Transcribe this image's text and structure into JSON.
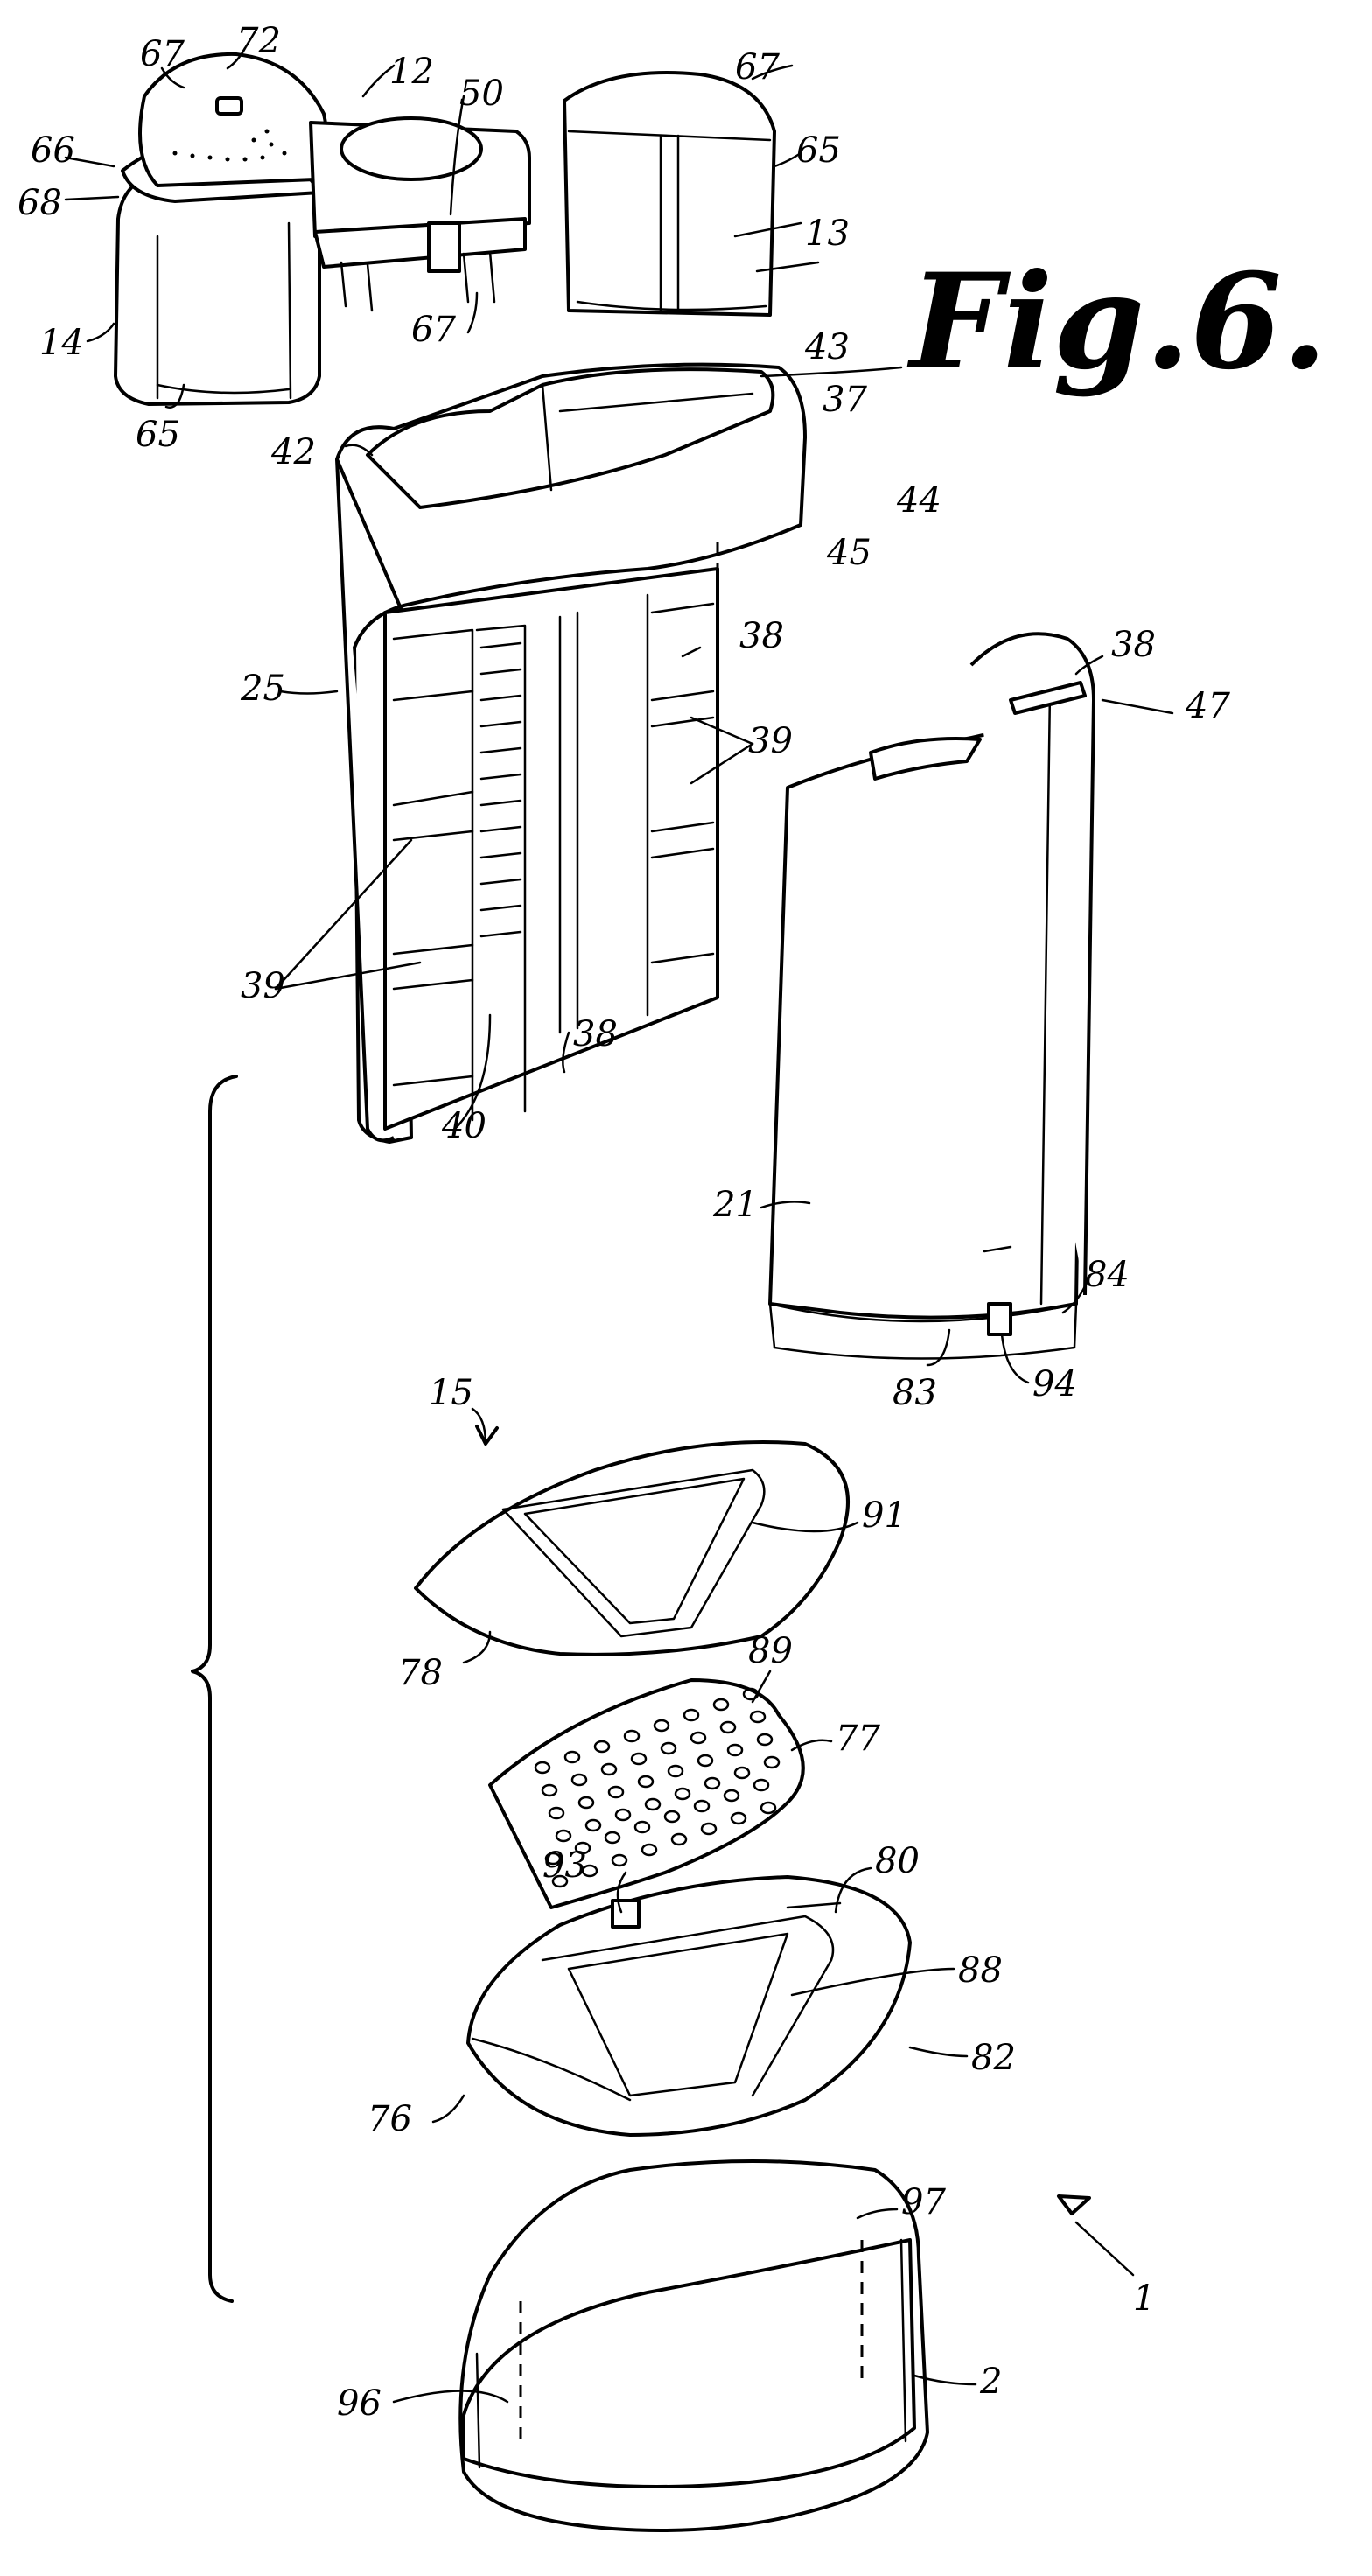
{
  "figure": {
    "title": "Fig.6.",
    "labels": {
      "l67a": "67",
      "l72": "72",
      "l12": "12",
      "l50": "50",
      "l67b": "67",
      "l66": "66",
      "l68": "68",
      "l65a": "65",
      "l13": "13",
      "l14": "14",
      "l67c": "67",
      "l65b": "65",
      "l43": "43",
      "l37": "37",
      "l42": "42",
      "l44": "44",
      "l45": "45",
      "l25": "25",
      "l38a": "38",
      "l39a": "39",
      "l39b": "39",
      "l38b": "38",
      "l40": "40",
      "l38c": "38",
      "l47": "47",
      "l21": "21",
      "l84": "84",
      "l83": "83",
      "l94": "94",
      "l15": "15",
      "l91": "91",
      "l78": "78",
      "l89": "89",
      "l77": "77",
      "l93": "93",
      "l80": "80",
      "l88": "88",
      "l82": "82",
      "l76": "76",
      "l97": "97",
      "l1": "1",
      "l96": "96",
      "l2": "2"
    }
  }
}
